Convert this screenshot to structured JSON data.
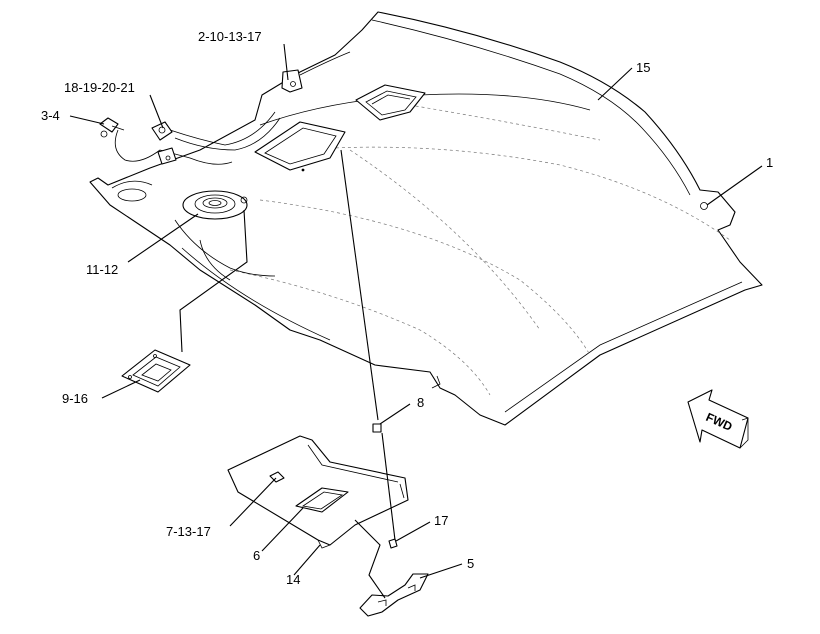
{
  "callouts": {
    "c15": "15",
    "c2_10_13_17": "2-10-13-17",
    "c18_19_20_21": "18-19-20-21",
    "c3_4": "3-4",
    "c1": "1",
    "c11_12": "11-12",
    "c9_16": "9-16",
    "c8": "8",
    "c7_13_17": "7-13-17",
    "c17": "17",
    "c6": "6",
    "c14": "14",
    "c5": "5"
  },
  "direction_indicator": {
    "label": "FWD"
  },
  "colors": {
    "line": "#000000",
    "background": "#ffffff",
    "hidden_line": "#777777"
  }
}
